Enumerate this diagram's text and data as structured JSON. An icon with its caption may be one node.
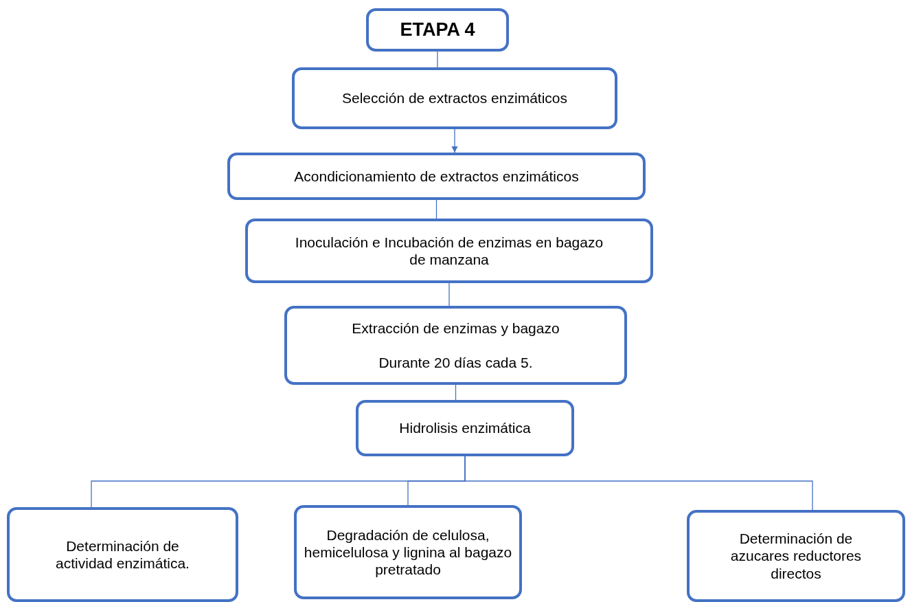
{
  "diagram": {
    "nodes": [
      {
        "text": [
          "ETAPA 4"
        ]
      },
      {
        "text": [
          "Selección de extractos enzimáticos"
        ]
      },
      {
        "text": [
          "Acondicionamiento de extractos enzimáticos"
        ]
      },
      {
        "text": [
          "Inoculación e Incubación de enzimas en bagazo de manzana"
        ]
      },
      {
        "text": [
          "Extracción de enzimas y bagazo",
          "Durante 20 días cada 5."
        ]
      },
      {
        "text": [
          "Hidrolisis enzimática"
        ]
      },
      {
        "text": [
          "Determinación de actividad enzimática."
        ]
      },
      {
        "text": [
          "Degradación de celulosa, hemicelulosa y lignina al bagazo pretratado"
        ]
      },
      {
        "text": [
          "Determinación de azucares reductores directos"
        ]
      }
    ],
    "edges": [
      {
        "from": 0,
        "to": 1,
        "arrow": "none"
      },
      {
        "from": 1,
        "to": 2,
        "arrow": "to"
      },
      {
        "from": 2,
        "to": 3,
        "arrow": "none"
      },
      {
        "from": 3,
        "to": 4,
        "arrow": "none"
      },
      {
        "from": 4,
        "to": 5,
        "arrow": "none"
      },
      {
        "from": 5,
        "to": 6,
        "arrow": "none"
      },
      {
        "from": 5,
        "to": 7,
        "arrow": "none"
      },
      {
        "from": 5,
        "to": 8,
        "arrow": "none"
      }
    ]
  }
}
